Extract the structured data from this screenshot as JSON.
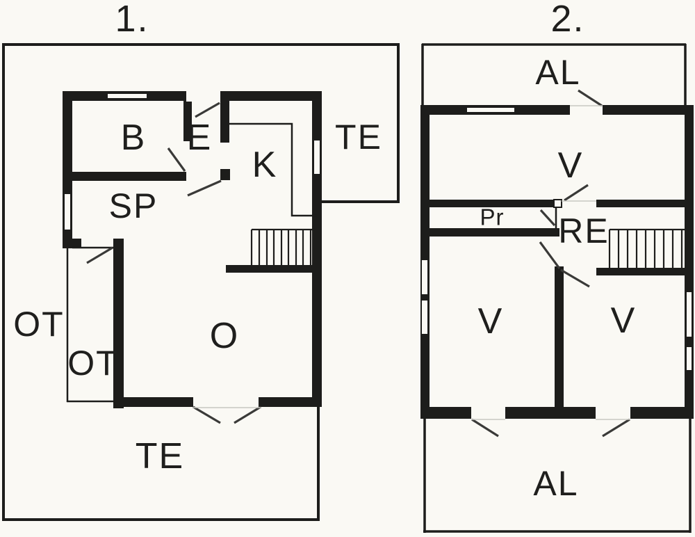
{
  "document": {
    "type": "floor-plan-drawing",
    "background_color": "#faf9f4",
    "ink_color": "#1f1f1d"
  },
  "plans": [
    {
      "id": "floor-1",
      "title": "1.",
      "labels": {
        "room_b": "B",
        "entry": "E",
        "kitchen": "K",
        "terrace_upper": "TE",
        "sp": "SP",
        "ot_outer": "OT",
        "ot_inner": "OT",
        "living": "O",
        "terrace_lower": "TE"
      }
    },
    {
      "id": "floor-2",
      "title": "2.",
      "labels": {
        "balcony_top": "AL",
        "bedroom_top": "V",
        "pr": "Pr",
        "landing": "RE",
        "bedroom_left": "V",
        "bedroom_right": "V",
        "balcony_bottom": "AL"
      }
    }
  ]
}
